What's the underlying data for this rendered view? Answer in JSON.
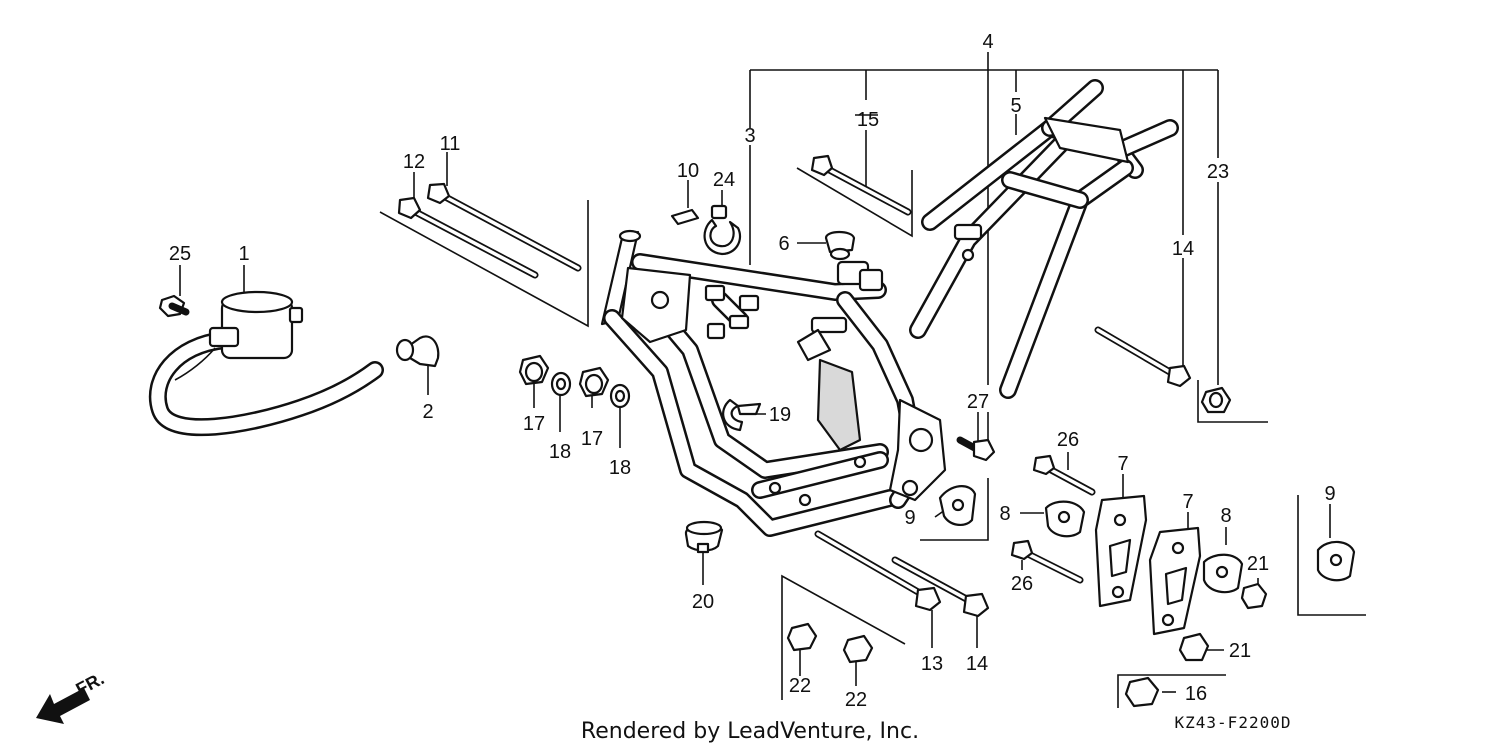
{
  "callouts": {
    "c1": "1",
    "c2": "2",
    "c3": "3",
    "c4": "4",
    "c5": "5",
    "c6": "6",
    "c7a": "7",
    "c7b": "7",
    "c8a": "8",
    "c8b": "8",
    "c9a": "9",
    "c9b": "9",
    "c10": "10",
    "c11": "11",
    "c12": "12",
    "c13": "13",
    "c14a": "14",
    "c14b": "14",
    "c15": "15",
    "c16": "16",
    "c17a": "17",
    "c17b": "17",
    "c18a": "18",
    "c18b": "18",
    "c19": "19",
    "c20": "20",
    "c21a": "21",
    "c21b": "21",
    "c22a": "22",
    "c22b": "22",
    "c23": "23",
    "c24": "24",
    "c25": "25",
    "c26a": "26",
    "c26b": "26",
    "c27": "27"
  },
  "footer": {
    "credit": "Rendered by LeadVenture, Inc.",
    "code": "KZ43-F2200D"
  },
  "direction": {
    "label": "FR."
  },
  "icons": {
    "direction": "arrow-left-down-icon"
  }
}
